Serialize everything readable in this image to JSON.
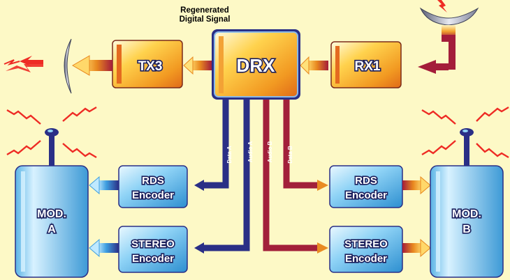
{
  "caption": {
    "line1": "Regenerated",
    "line2": "Digital Signal"
  },
  "blocks": {
    "tx": "TX3",
    "drx": "DRX",
    "rx": "RX1",
    "rds_left": [
      "RDS",
      "Encoder"
    ],
    "stereo_left": [
      "STEREO",
      "Encoder"
    ],
    "rds_right": [
      "RDS",
      "Encoder"
    ],
    "stereo_right": [
      "STEREO",
      "Encoder"
    ],
    "mod_a": [
      "MOD.",
      "A"
    ],
    "mod_b": [
      "MOD.",
      "B"
    ]
  },
  "lines": {
    "data_a": "Data A",
    "audio_a": "Audio A",
    "audio_b": "Audio B",
    "data_b": "Data B"
  },
  "colors": {
    "background": "#fdf9c6",
    "link_a": "#2a2f86",
    "link_b": "#a2203a",
    "arrow_red": "#b01e3a",
    "signal_red": "#ee2b24",
    "block_blue": "#58b6ea",
    "block_orange": "#f2a22d"
  },
  "icons": [
    "dish-antenna-icon",
    "mast-antenna-icon",
    "radiation-arrow-icon"
  ]
}
